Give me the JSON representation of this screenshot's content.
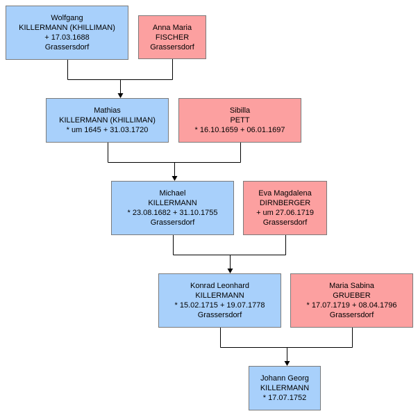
{
  "colors": {
    "male": "#a8d0fb",
    "female": "#fca0a0",
    "line": "#000000",
    "border": "#7a7a7a"
  },
  "persons": [
    {
      "id": "wolfgang",
      "sex": "male",
      "lines": [
        "Wolfgang",
        "KILLERMANN (KHILLIMAN)",
        "+ 17.03.1688",
        "Grassersdorf"
      ]
    },
    {
      "id": "anna-maria",
      "sex": "female",
      "lines": [
        "Anna Maria",
        "FISCHER",
        "Grassersdorf"
      ]
    },
    {
      "id": "mathias",
      "sex": "male",
      "lines": [
        "Mathias",
        "KILLERMANN (KHILLIMAN)",
        "* um 1645  + 31.03.1720"
      ]
    },
    {
      "id": "sibilla",
      "sex": "female",
      "lines": [
        "Sibilla",
        "PETT",
        "* 16.10.1659  + 06.01.1697"
      ]
    },
    {
      "id": "michael",
      "sex": "male",
      "lines": [
        "Michael",
        "KILLERMANN",
        "* 23.08.1682  + 31.10.1755",
        "Grassersdorf"
      ]
    },
    {
      "id": "eva-magdalena",
      "sex": "female",
      "lines": [
        "Eva Magdalena",
        "DIRNBERGER",
        "+ um 27.06.1719",
        "Grassersdorf"
      ]
    },
    {
      "id": "konrad",
      "sex": "male",
      "lines": [
        "Konrad Leonhard",
        "KILLERMANN",
        "* 15.02.1715  + 19.07.1778",
        "Grassersdorf"
      ]
    },
    {
      "id": "maria-sabina",
      "sex": "female",
      "lines": [
        "Maria Sabina",
        "GRUEBER",
        "* 17.07.1719  + 08.04.1796",
        "Grassersdorf"
      ]
    },
    {
      "id": "johann-georg",
      "sex": "male",
      "lines": [
        "Johann Georg",
        "KILLERMANN",
        "* 17.07.1752"
      ]
    }
  ],
  "families": [
    {
      "father": "wolfgang",
      "mother": "anna-maria",
      "child": "mathias"
    },
    {
      "father": "mathias",
      "mother": "sibilla",
      "child": "michael"
    },
    {
      "father": "michael",
      "mother": "eva-magdalena",
      "child": "konrad"
    },
    {
      "father": "konrad",
      "mother": "maria-sabina",
      "child": "johann-georg"
    }
  ]
}
